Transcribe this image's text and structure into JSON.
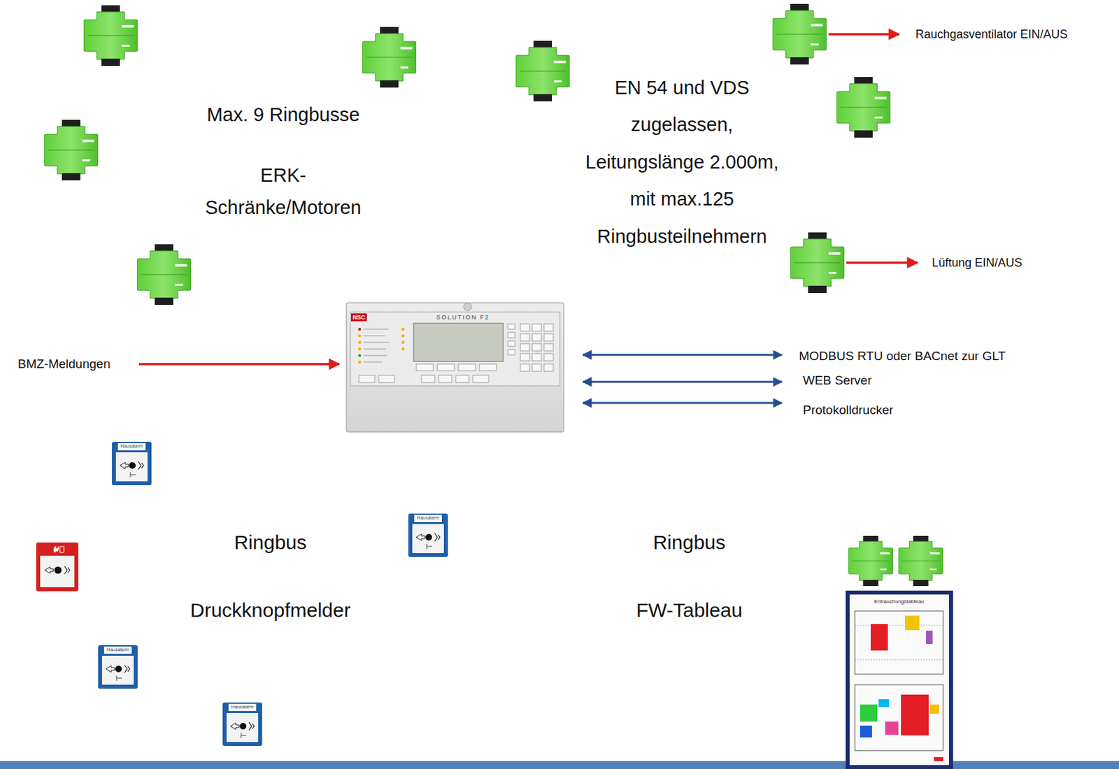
{
  "diagram": {
    "nodes": [
      {
        "text": [
          "Max. 9 Ringbusse",
          "ERK- Schränke/Motoren"
        ]
      },
      {
        "text": [
          "EN 54 und VDS zugelassen, Leitungslänge 2.000m, mit max.125 Ringbusteilnehmern"
        ]
      },
      {
        "text": [
          "Ringbus",
          "Druckknopfmelder"
        ]
      },
      {
        "text": [
          "Ringbus",
          "FW-Tableau"
        ]
      }
    ],
    "labels": [
      "Rauchgasventilator EIN/AUS",
      "Lüftung EIN/AUS",
      "BMZ-Meldungen",
      "MODBUS RTU oder BACnet zur GLT",
      "WEB Server",
      "Protokolldrucker",
      "NSC",
      "SOLUTION F2",
      "Hausalarm",
      "Hausalarm",
      "Hausalarm",
      "Hausalarm",
      "Entrauchungstableau"
    ]
  }
}
